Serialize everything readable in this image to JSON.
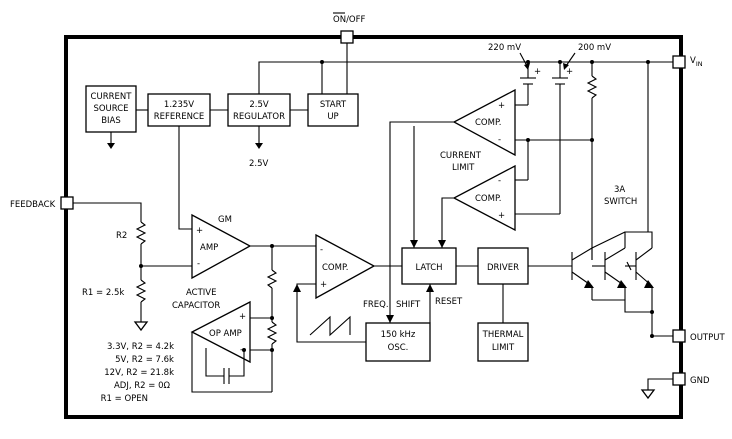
{
  "pins": {
    "on_off": "ON/OFF",
    "on_off_bar": "ON",
    "on_off_rest": "/OFF",
    "vin_main": "V",
    "vin_sub": "IN",
    "feedback": "FEEDBACK",
    "output": "OUTPUT",
    "gnd": "GND"
  },
  "blocks": {
    "current_source_bias": [
      "CURRENT",
      "SOURCE",
      "BIAS"
    ],
    "reference": [
      "1.235V",
      "REFERENCE"
    ],
    "regulator": [
      "2.5V",
      "REGULATOR"
    ],
    "start_up": [
      "START",
      "UP"
    ],
    "latch": "LATCH",
    "driver": "DRIVER",
    "thermal_limit": [
      "THERMAL",
      "LIMIT"
    ],
    "oscillator": [
      "150 kHz",
      "OSC."
    ]
  },
  "amps": {
    "gm_amp_top": "GM",
    "gm_amp": "AMP",
    "comp_main": "COMP.",
    "comp_upper": "COMP.",
    "comp_lower": "COMP.",
    "op_amp": "OP AMP"
  },
  "labels": {
    "mv_220": "220 mV",
    "mv_200": "200 mV",
    "regulator_out": "2.5V",
    "current_limit": [
      "CURRENT",
      "LIMIT"
    ],
    "switch": [
      "3A",
      "SWITCH"
    ],
    "freq": "FREQ.",
    "shift": "SHIFT",
    "reset": "RESET",
    "active_capacitor": [
      "ACTIVE",
      "CAPACITOR"
    ],
    "r2": "R2",
    "r1": "R1 = 2.5k",
    "plus": "+",
    "minus": "-"
  },
  "resistor_table": [
    "3.3V, R2 = 4.2k",
    "5V, R2 = 7.6k",
    "12V, R2 = 21.8k",
    "ADJ, R2 = 0Ω",
    "R1 = OPEN"
  ]
}
